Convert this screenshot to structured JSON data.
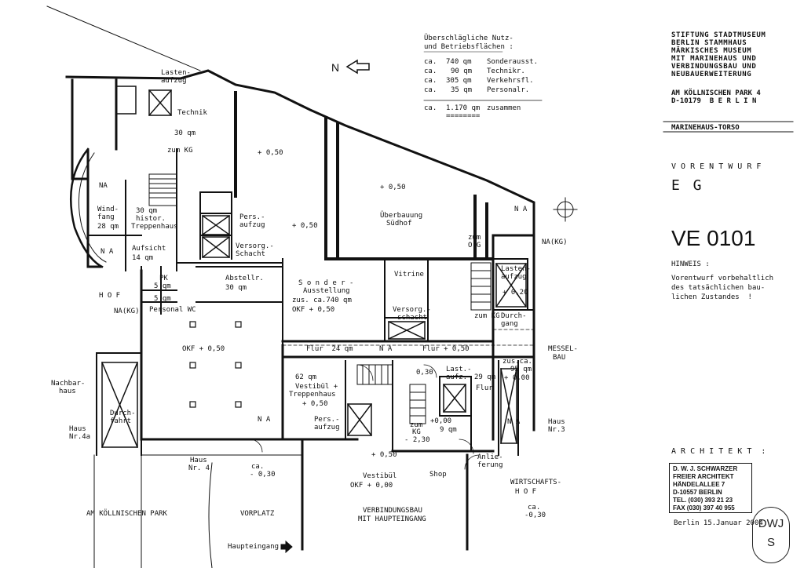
{
  "area_table": {
    "heading": [
      "Überschlägliche Nutz-",
      "und Betriebsflächen :"
    ],
    "rows": [
      {
        "prefix": "ca.",
        "amount": "740 qm",
        "label": "Sonderausst."
      },
      {
        "prefix": "ca.",
        "amount": "90 qm",
        "label": "Technikr."
      },
      {
        "prefix": "ca.",
        "amount": "305 qm",
        "label": "Verkehrsfl."
      },
      {
        "prefix": "ca.",
        "amount": "35 qm",
        "label": "Personalr."
      }
    ],
    "total": {
      "prefix": "ca.",
      "amount": "1.170 qm",
      "label": "zusammen"
    },
    "underline": "========"
  },
  "north_label": "N",
  "title_block": {
    "project_lines": [
      "STIFTUNG STADTMUSEUM",
      "BERLIN STAMMHAUS",
      "MÄRKISCHES MUSEUM",
      "MIT MARINEHAUS UND",
      "VERBINDUNGSBAU UND",
      "NEUBAUERWEITERUNG"
    ],
    "address_lines": [
      "AM KÖLLNISCHEN PARK 4",
      "D-10179  B E R L I N"
    ],
    "building": "MARINEHAUS-TORSO",
    "phase": "V O R E N T W U R F",
    "level": "E G",
    "drawing_number": "VE 0101",
    "note_title": "HINWEIS :",
    "note_lines": [
      "Vorentwurf vorbehaltlich",
      "des tatsächlichen bau-",
      "lichen Zustandes  !"
    ],
    "architect_heading": "A R C H I T E K T  :",
    "architect_lines": [
      "D. W. J. SCHWARZER",
      "FREIER ARCHITEKT",
      "HÄNDELALLEE 7",
      "D-10557 BERLIN",
      "TEL. (030) 393 21 23",
      "FAX (030) 397 40 955"
    ],
    "date": "Berlin 15.Januar 2004",
    "stamp_lines": [
      "DWJ",
      "S"
    ]
  },
  "labels": {
    "lastenaufzug_top": [
      "Lasten-",
      "aufzug"
    ],
    "technik": "Technik",
    "technik_area": "30 qm",
    "zum_kg_1": "zum KG",
    "na_1": "NA",
    "windfang": [
      "Wind-",
      "fang",
      "28 qm"
    ],
    "treppenhaus": [
      "30 qm",
      "histor.",
      "Treppenhaus"
    ],
    "na_2": "N A",
    "aufsicht": [
      "Aufsicht",
      "14 qm"
    ],
    "pk": [
      "PK",
      "5 qm"
    ],
    "wc_area": "5 qm",
    "personal_wc": [
      "Personal WC"
    ],
    "hof": "H O F",
    "na_kg_left": "NA(KG)",
    "pers_aufzug_1": [
      "Pers.-",
      "aufzug"
    ],
    "versorg_schacht_1": [
      "Versorg.-",
      "Schacht"
    ],
    "abstellr": [
      "Abstellr.",
      "30 qm"
    ],
    "level_050_a": "+ 0,50",
    "level_050_b": "+ 0,50",
    "level_050_c": "+ 0,50",
    "ueberbauung": [
      "Überbauung",
      "Südhof"
    ],
    "na_3": "N A",
    "na_kg_right": "NA(KG)",
    "zum_og": [
      "zum",
      "O G"
    ],
    "vitrine": "Vitrine",
    "sonderausstellung": [
      "S o n d e r -",
      "Ausstellung",
      "zus. ca.740 qm",
      "OKF + 0,50"
    ],
    "lastenaufzug_right": [
      "Lasten-",
      "aufzug",
      "+ 0,20"
    ],
    "versorg_schacht_2": [
      "Versorg.-",
      "schacht"
    ],
    "zum_kg_2": "zum KG",
    "durchgang": [
      "Durch-",
      "gang"
    ],
    "okf_050": "OKF + 0,50",
    "flur_24": "Flur  24 qm",
    "na_4": "N A",
    "flur_050": "Flur + 0,50",
    "messelbau": [
      "MESSEL-",
      "BAU"
    ],
    "vestibuel_treppenhaus": [
      "62 qm",
      "Vestibül +",
      "Treppenhaus",
      "+ 0,50"
    ],
    "level_030": "0,30",
    "lastaufz": [
      "Last.-",
      "aufz."
    ],
    "area_29": "29 qm",
    "zus_95": [
      "zus.ca.",
      "95 qm",
      "+ 0,00"
    ],
    "flur_small": "Flur",
    "nachbarhaus": [
      "Nachbar-",
      "haus"
    ],
    "durchfahrt": [
      "Durch-",
      "fahrt"
    ],
    "haus_4a": [
      "Haus",
      "Nr.4a"
    ],
    "na_5": "N A",
    "pers_aufzug_2": [
      "Pers.-",
      "aufzug"
    ],
    "zum_kg_3": [
      "zum",
      "KG"
    ],
    "level_000_a": "+0,00",
    "area_9": "9 qm",
    "minus_230": "- 2,30",
    "na_6": "N A",
    "haus_3": [
      "Haus",
      "Nr.3"
    ],
    "haus_4": [
      "Haus",
      "Nr. 4"
    ],
    "ca_030_left": [
      "ca.",
      "- 0,30"
    ],
    "plus_050_bottom": "+ 0,50",
    "vestibuel_bottom": [
      "Vestibül",
      "OKF + 0,00"
    ],
    "shop": "Shop",
    "anlieferung": [
      "Anlie-",
      "ferung"
    ],
    "wirtschaftshof": [
      "WIRTSCHAFTS-",
      "H O F"
    ],
    "ca_030_right": [
      "ca.",
      "-0,30"
    ],
    "am_koellnischen_park": "AM KÖLLNISCHEN PARK",
    "vorplatz": "VORPLATZ",
    "verbindungsbau": [
      "VERBINDUNGSBAU",
      "MIT HAUPTEINGANG"
    ],
    "haupteingang": "Haupteingang"
  }
}
